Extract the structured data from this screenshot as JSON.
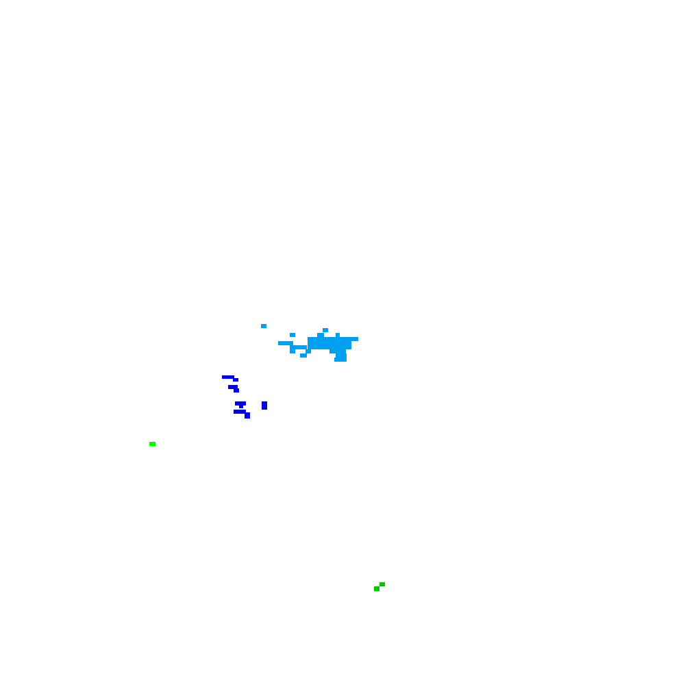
{
  "map": {
    "background": "#ffffff",
    "legend_visible": false,
    "palette": {
      "light_blue": "#00a0f0",
      "blue": "#0000e6",
      "bright_green": "#00ff00",
      "green": "#00c800"
    },
    "clusters": [
      {
        "name": "light-blue-cluster",
        "color": "light_blue"
      },
      {
        "name": "blue-cluster",
        "color": "blue"
      },
      {
        "name": "bright-green-cluster",
        "color": "bright_green"
      },
      {
        "name": "green-cluster",
        "color": "green"
      }
    ]
  }
}
